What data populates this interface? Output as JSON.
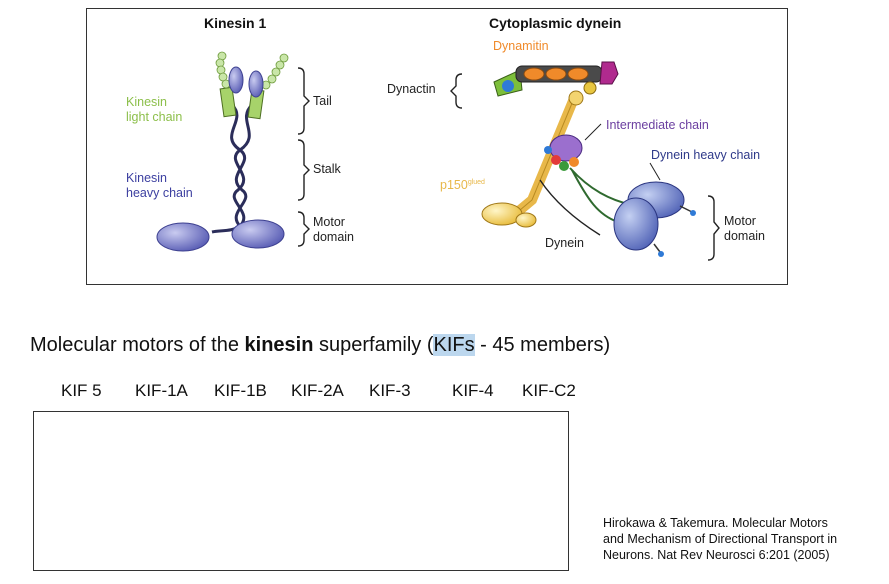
{
  "top": {
    "kinesin": {
      "title": "Kinesin 1",
      "light_chain": [
        "Kinesin",
        "light chain"
      ],
      "heavy_chain": [
        "Kinesin",
        "heavy chain"
      ],
      "tail": "Tail",
      "stalk": "Stalk",
      "motor_domain": [
        "Motor",
        "domain"
      ],
      "colors": {
        "light_chain": "#8cbf4a",
        "heavy_chain": "#3c3fa0",
        "motor": "#7b7fc8"
      }
    },
    "dynein": {
      "title": "Cytoplasmic dynein",
      "dynamitin": "Dynamitin",
      "dynactin": "Dynactin",
      "intermediate_chain": "Intermediate chain",
      "heavy_chain": "Dynein heavy chain",
      "p150": "p150",
      "p150_sup": "glued",
      "dynein": "Dynein",
      "motor_domain": [
        "Motor",
        "domain"
      ],
      "colors": {
        "dynamitin": "#f08a2a",
        "p150": "#e8b84a",
        "intermediate": "#6b3fa0",
        "heavy_chain": "#2f3a8a"
      }
    }
  },
  "subtitle": {
    "prefix": "Molecular motors of the ",
    "bold": "kinesin",
    "middle": " superfamily (",
    "highlight": "KIFs",
    "suffix": " - 45 members)"
  },
  "kifs": [
    "KIF 5",
    "KIF-1A",
    "KIF-1B",
    "KIF-2A",
    "KIF-3",
    "KIF-4",
    "KIF-C2"
  ],
  "citation": [
    "Hirokawa & Takemura.  Molecular Motors",
    "and Mechanism of Directional Transport in",
    "Neurons.  Nat Rev Neurosci 6:201 (2005)"
  ]
}
